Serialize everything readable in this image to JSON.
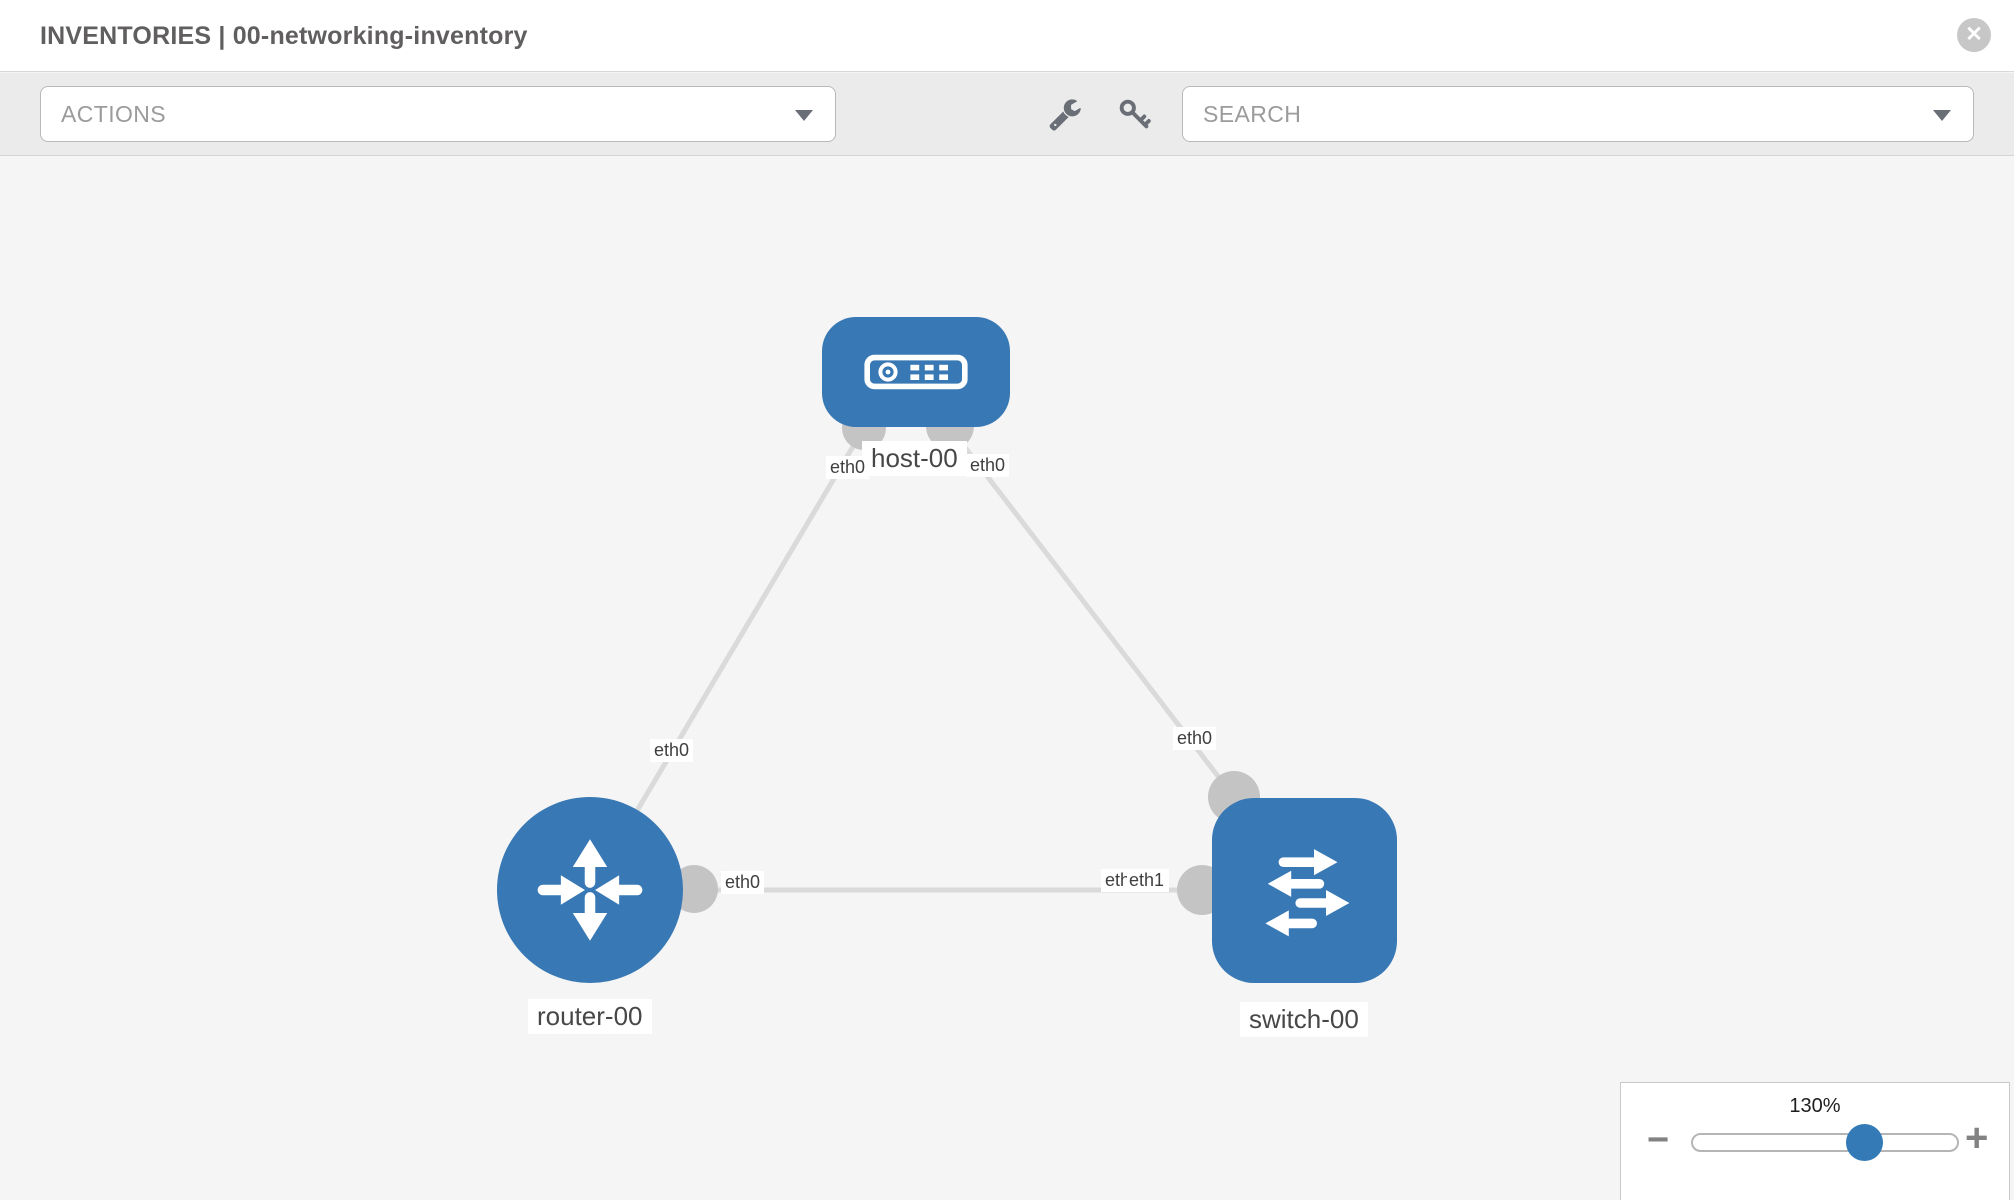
{
  "header": {
    "title": "INVENTORIES | 00-networking-inventory",
    "close_icon": "close-circle-icon",
    "close_glyph": "✕"
  },
  "toolbar": {
    "actions_dropdown": {
      "label": "ACTIONS"
    },
    "tools": [
      {
        "icon": "wrench-icon"
      },
      {
        "icon": "key-icon"
      }
    ],
    "search_dropdown": {
      "label": "SEARCH"
    }
  },
  "topology": {
    "nodes": [
      {
        "id": "host-00",
        "type": "host",
        "icon": "host-icon"
      },
      {
        "id": "router-00",
        "type": "router",
        "icon": "router-icon"
      },
      {
        "id": "switch-00",
        "type": "switch",
        "icon": "switch-icon"
      }
    ],
    "links": [
      {
        "from": "host-00",
        "to": "router-00",
        "from_iface": "eth0",
        "to_iface": "eth0"
      },
      {
        "from": "host-00",
        "to": "switch-00",
        "from_iface": "eth0",
        "to_iface": "eth0"
      },
      {
        "from": "router-00",
        "to": "switch-00",
        "from_iface": "eth0",
        "to_iface": "eth1"
      }
    ],
    "labels": {
      "host": "host-00",
      "router": "router-00",
      "switch": "switch-00",
      "host_router_host_side": "eth0",
      "host_router_router_side": "eth0",
      "host_switch_host_side": "eth0",
      "host_switch_switch_side": "eth0",
      "router_switch_router_side": "eth0",
      "router_switch_switch_back": "eth0",
      "router_switch_switch_front": "eth1"
    }
  },
  "zoom_control": {
    "level": "130%",
    "minus_glyph": "−",
    "plus_glyph": "+"
  },
  "colors": {
    "node_blue": "#3878b4",
    "accent_blue": "#337ab7",
    "link_gray": "#dadada",
    "port_gray": "#c4c4c4",
    "toolbar_gray": "#ebebeb",
    "canvas_gray": "#f5f5f5",
    "icon_gray": "#6a6f77"
  }
}
